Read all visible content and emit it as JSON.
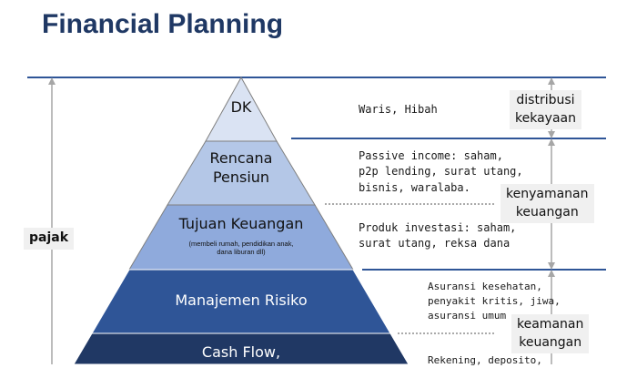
{
  "title": "Financial Planning",
  "left_tag": "pajak",
  "colors": {
    "title": "#1f3864",
    "line": "#2f5597",
    "arrow": "#a6a6a6",
    "tier_dk": "#dae3f3",
    "tier_pensiun": "#b4c7e7",
    "tier_tujuan": "#8faadc",
    "tier_risiko": "#2f5597",
    "tier_cashflow": "#203864"
  },
  "tiers": [
    {
      "label": "DK",
      "notes": ""
    },
    {
      "label": "Rencana\nPensiun",
      "notes": ""
    },
    {
      "label": "Tujuan Keuangan",
      "notes": "(membeli rumah, pendidikan anak,\ndana liburan dll)"
    },
    {
      "label": "Manajemen Risiko",
      "notes": ""
    },
    {
      "label": "Cash Flow,",
      "notes": ""
    }
  ],
  "descriptions": [
    "Waris, Hibah",
    "Passive income: saham,\np2p lending, surat utang,\nbisnis, waralaba.",
    "Produk investasi: saham,\nsurat utang, reksa dana",
    "Asuransi kesehatan,\npenyakit kritis, jiwa,\nasuransi umum",
    "Rekening, deposito,"
  ],
  "right_tags": [
    "distribusi\nkekayaan",
    "kenyamanan\nkeuangan",
    "keamanan\nkeuangan"
  ]
}
